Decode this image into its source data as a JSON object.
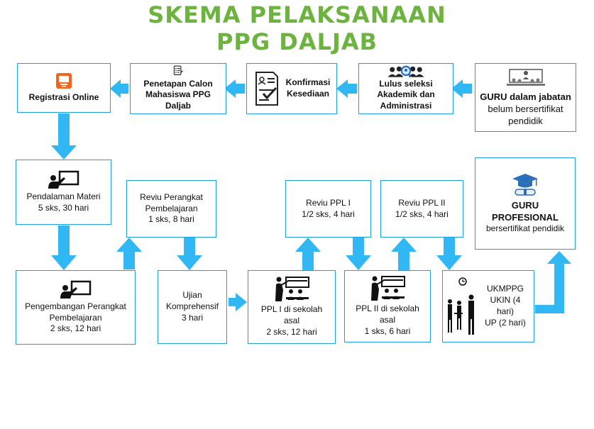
{
  "title": {
    "line1": "SKEMA PELAKSANAAN",
    "line2": "PPG DALJAB"
  },
  "colors": {
    "title": "#6cb33f",
    "arrow": "#32b7f5",
    "border": "#1f9fe0",
    "icon_dark": "#222222",
    "icon_accent": "#f26522",
    "icon_blue": "#2a6fb8"
  },
  "boxes": {
    "registrasi": {
      "label": "Registrasi Online",
      "icon": "registration-badge-icon"
    },
    "penetapan": {
      "line1": "Penetapan Calon",
      "line2": "Mahasiswa PPG Daljab",
      "icon": "clipboard-list-icon"
    },
    "konfirmasi": {
      "line1": "Konfirmasi",
      "line2": "Kesediaan",
      "icon": "form-check-icon"
    },
    "lulus": {
      "line1": "Lulus seleksi",
      "line2": "Akademik dan",
      "line3": "Administrasi",
      "icon": "selection-search-icon"
    },
    "guru_jabatan": {
      "line1": "GURU dalam jabatan",
      "line2": "belum bersertifikat",
      "line3": "pendidik",
      "icon": "classroom-teacher-icon"
    },
    "pendalaman": {
      "line1": "Pendalaman Materi",
      "line2": "5 sks, 30 hari",
      "icon": "teacher-board-icon"
    },
    "pengembangan": {
      "line1": "Pengembangan Perangkat",
      "line2": "Pembelajaran",
      "line3": "2 sks, 12 hari",
      "icon": "teacher-board-icon"
    },
    "reviu_perangkat": {
      "line1": "Reviu Perangkat",
      "line2": "Pembelajaran",
      "line3": "1 sks, 8 hari"
    },
    "ujian": {
      "line1": "Ujian",
      "line2": "Komprehensif",
      "line3": "3 hari"
    },
    "ppl1": {
      "line1": "PPL  I  di sekolah asal",
      "line2": "2 sks, 12 hari",
      "icon": "classroom-icon"
    },
    "reviu_ppl1": {
      "line1": "Reviu PPL I",
      "line2": "1/2 sks, 4 hari"
    },
    "ppl2": {
      "line1": "PPL II di sekolah asal",
      "line2": "1 sks, 6 hari",
      "icon": "classroom-icon"
    },
    "reviu_ppl2": {
      "line1": "Reviu PPL  II",
      "line2": "1/2 sks, 4 hari"
    },
    "ukmppg": {
      "line1": "UKMPPG",
      "line2": "UKIN (4 hari)",
      "line3": "UP (2 hari)",
      "icon": "exam-people-icon"
    },
    "guru_profesional": {
      "line1": "GURU",
      "line2": "PROFESIONAL",
      "line3": "bersertifikat pendidik",
      "icon": "graduation-cap-icon"
    }
  }
}
